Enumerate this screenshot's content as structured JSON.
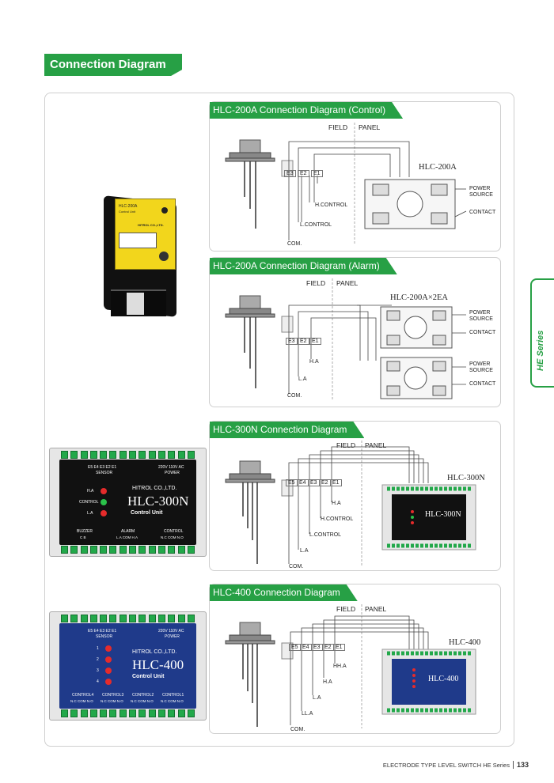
{
  "section_title": "Connection Diagram",
  "side_tab": "HE Series",
  "footer": {
    "text": "ELECTRODE TYPE LEVEL SWITCH  HE Series",
    "page": "133"
  },
  "hlc200_unit": {
    "model": "HLC-200A",
    "subtitle": "Control Unit",
    "brand": "HITROL CO.,LTD."
  },
  "hlc300_unit": {
    "sensor_terminals": "E5  E4  E3  E2  E1",
    "sensor_label": "SENSOR",
    "power_terminals": "220V  110V  AC",
    "power_label": "POWER",
    "brand": "HITROL CO.,LTD.",
    "model": "HLC-300N",
    "subtitle": "Control Unit",
    "leds": [
      "H.A",
      "CONTROL",
      "L.A"
    ],
    "buzzer": "BUZZER",
    "alarm": "ALARM",
    "control": "CONTROL",
    "buzzer_terms": "C      B",
    "alarm_terms": "L.A  COM  H.A",
    "control_terms": "N.C  COM  N.O"
  },
  "hlc400_unit": {
    "sensor_terminals": "E5  E4  E3  E2  E1",
    "sensor_label": "SENSOR",
    "power_terminals": "220V  110V  AC",
    "power_label": "POWER",
    "brand": "HITROL CO.,LTD.",
    "model": "HLC-400",
    "subtitle": "Control Unit",
    "leds": [
      "1",
      "2",
      "3",
      "4"
    ],
    "controls": [
      "CONTROL4",
      "CONTROL3",
      "CONTROL2",
      "CONTROL1"
    ],
    "control_terms": [
      "N.C  COM  N.O",
      "N.C  COM  N.O",
      "N.C  COM  N.O",
      "N.C  COM  N.O"
    ]
  },
  "panels": [
    {
      "title": "HLC-200A Connection Diagram (Control)",
      "field": "FIELD",
      "panel": "PANEL",
      "terminals": [
        "E3",
        "E2",
        "E1"
      ],
      "model": "HLC-200A",
      "labels": [
        "H.CONTROL",
        "L.CONTROL",
        "COM."
      ],
      "right": [
        "POWER",
        "SOURCE",
        "CONTACT"
      ]
    },
    {
      "title": "HLC-200A Connection Diagram (Alarm)",
      "field": "FIELD",
      "panel": "PANEL",
      "terminals": [
        "E3",
        "E2",
        "E1"
      ],
      "model": "HLC-200A×2EA",
      "labels": [
        "H.A",
        "L.A",
        "COM."
      ],
      "right": [
        "POWER",
        "SOURCE",
        "CONTACT",
        "POWER",
        "SOURCE",
        "CONTACT"
      ]
    },
    {
      "title": "HLC-300N Connection Diagram",
      "field": "FIELD",
      "panel": "PANEL",
      "terminals": [
        "E5",
        "E4",
        "E3",
        "E2",
        "E1"
      ],
      "model": "HLC-300N",
      "labels": [
        "H.A",
        "H.CONTROL",
        "L.CONTROL",
        "L.A",
        "COM."
      ]
    },
    {
      "title": "HLC-400 Connection Diagram",
      "field": "FIELD",
      "panel": "PANEL",
      "terminals": [
        "E5",
        "E4",
        "E3",
        "E2",
        "E1"
      ],
      "model": "HLC-400",
      "labels": [
        "HH.A",
        "H.A",
        "L.A",
        "LL.A",
        "COM."
      ]
    }
  ]
}
